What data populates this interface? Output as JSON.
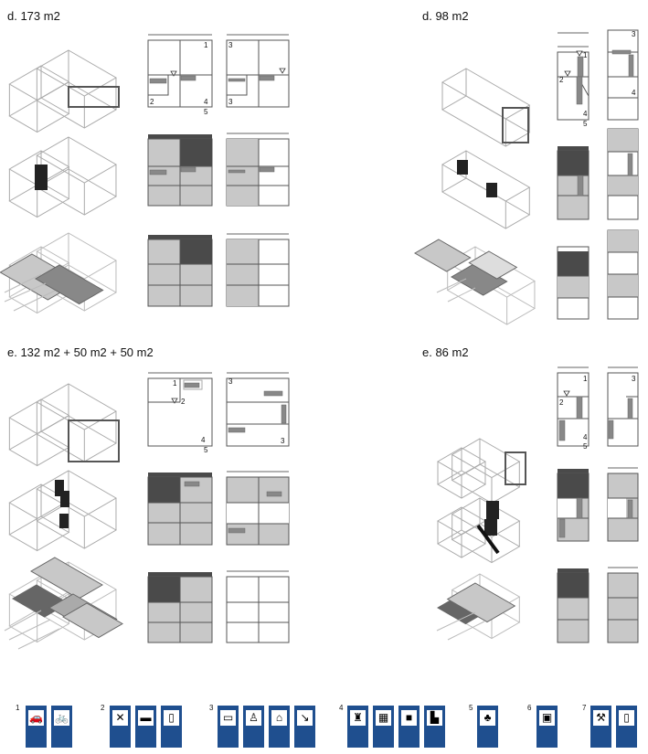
{
  "blocks": [
    {
      "title": "d. 173 m2",
      "labels_left": [
        "1",
        "2",
        "4",
        "5"
      ],
      "labels_right": [
        "3",
        "3"
      ]
    },
    {
      "title": "d. 98 m2",
      "labels_left": [
        "1",
        "2",
        "4",
        "5"
      ],
      "labels_right": [
        "3",
        "4"
      ]
    },
    {
      "title": "e. 132 m2 + 50 m2 + 50 m2",
      "labels_left": [
        "1",
        "2",
        "4",
        "5"
      ],
      "labels_right": [
        "3",
        "3"
      ]
    },
    {
      "title": "e. 86 m2",
      "labels_left": [
        "1",
        "2",
        "4",
        "5"
      ],
      "labels_right": [
        "3"
      ]
    }
  ],
  "colors": {
    "dark": "#4a4a4a",
    "grey": "#c8c8c8",
    "line": "#555555",
    "sign": "#1f4f8f"
  },
  "legend": {
    "groups": [
      {
        "number": "1",
        "icons": [
          "car-icon",
          "bicycle-icon"
        ]
      },
      {
        "number": "2",
        "icons": [
          "restaurant-icon",
          "cafe-icon",
          "drinks-icon"
        ]
      },
      {
        "number": "3",
        "icons": [
          "bed-icon",
          "toilet-icon",
          "clothing-icon",
          "shower-icon"
        ]
      },
      {
        "number": "4",
        "icons": [
          "seating-icon",
          "cabinet-icon",
          "cinema-icon",
          "desk-icon"
        ]
      },
      {
        "number": "5",
        "icons": [
          "garden-icon"
        ]
      },
      {
        "number": "6",
        "icons": [
          "laundry-icon"
        ]
      },
      {
        "number": "7",
        "icons": [
          "tools-icon",
          "drinks-icon"
        ]
      }
    ]
  }
}
